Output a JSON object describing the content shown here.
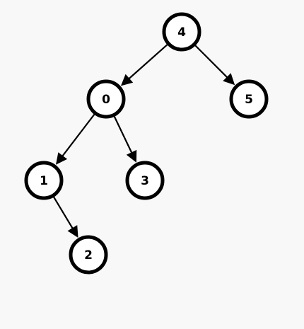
{
  "diagram": {
    "type": "tree",
    "directed": true,
    "colors": {
      "background": "#f8f8f8",
      "node_fill": "#ffffff",
      "node_stroke": "#000000",
      "edge": "#000000",
      "label": "#000000"
    },
    "nodes": [
      {
        "id": "4",
        "label": "4"
      },
      {
        "id": "0",
        "label": "0"
      },
      {
        "id": "5",
        "label": "5"
      },
      {
        "id": "1",
        "label": "1"
      },
      {
        "id": "3",
        "label": "3"
      },
      {
        "id": "2",
        "label": "2"
      }
    ],
    "edges": [
      {
        "from": "4",
        "to": "0"
      },
      {
        "from": "4",
        "to": "5"
      },
      {
        "from": "0",
        "to": "1"
      },
      {
        "from": "0",
        "to": "3"
      },
      {
        "from": "1",
        "to": "2"
      }
    ]
  }
}
